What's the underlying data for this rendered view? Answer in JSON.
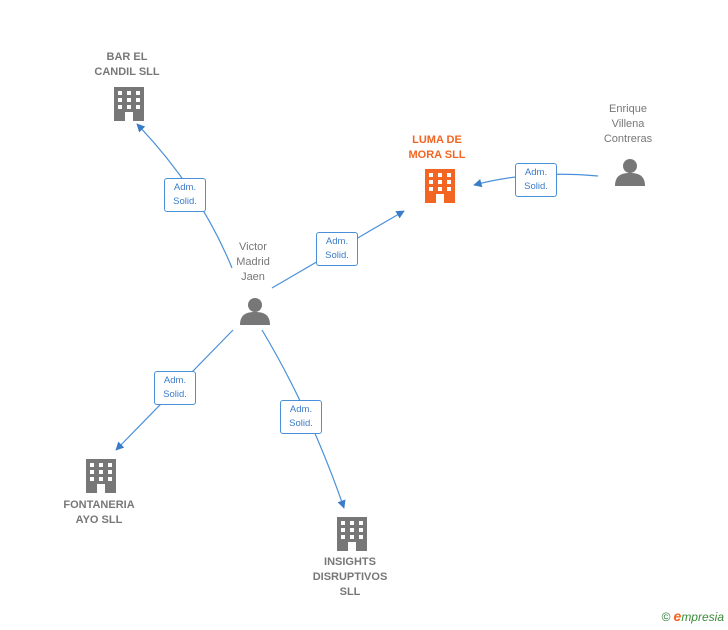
{
  "nodes": [
    {
      "id": "luma",
      "type": "company",
      "focus": true,
      "lines": [
        "LUMA DE",
        "MORA  SLL"
      ]
    },
    {
      "id": "bar",
      "type": "company",
      "focus": false,
      "lines": [
        "BAR EL",
        "CANDIL  SLL"
      ]
    },
    {
      "id": "fontaneria",
      "type": "company",
      "focus": false,
      "lines": [
        "FONTANERIA",
        "AYO  SLL"
      ]
    },
    {
      "id": "insights",
      "type": "company",
      "focus": false,
      "lines": [
        "INSIGHTS",
        "DISRUPTIVOS",
        "SLL"
      ]
    },
    {
      "id": "victor",
      "type": "person",
      "focus": false,
      "lines": [
        "Victor",
        "Madrid",
        "Jaen"
      ]
    },
    {
      "id": "enrique",
      "type": "person",
      "focus": false,
      "lines": [
        "Enrique",
        "Villena",
        "Contreras"
      ]
    }
  ],
  "edges": [
    {
      "from": "victor",
      "to": "bar",
      "label": [
        "Adm.",
        "Solid."
      ]
    },
    {
      "from": "victor",
      "to": "luma",
      "label": [
        "Adm.",
        "Solid."
      ]
    },
    {
      "from": "enrique",
      "to": "luma",
      "label": [
        "Adm.",
        "Solid."
      ]
    },
    {
      "from": "victor",
      "to": "fontaneria",
      "label": [
        "Adm.",
        "Solid."
      ]
    },
    {
      "from": "victor",
      "to": "insights",
      "label": [
        "Adm.",
        "Solid."
      ]
    }
  ],
  "colors": {
    "edge": "#4a90d9",
    "node": "#777777",
    "focus": "#f26522"
  },
  "footer": {
    "copyright": "©",
    "brand_e": "e",
    "brand_rest": "mpresia"
  }
}
